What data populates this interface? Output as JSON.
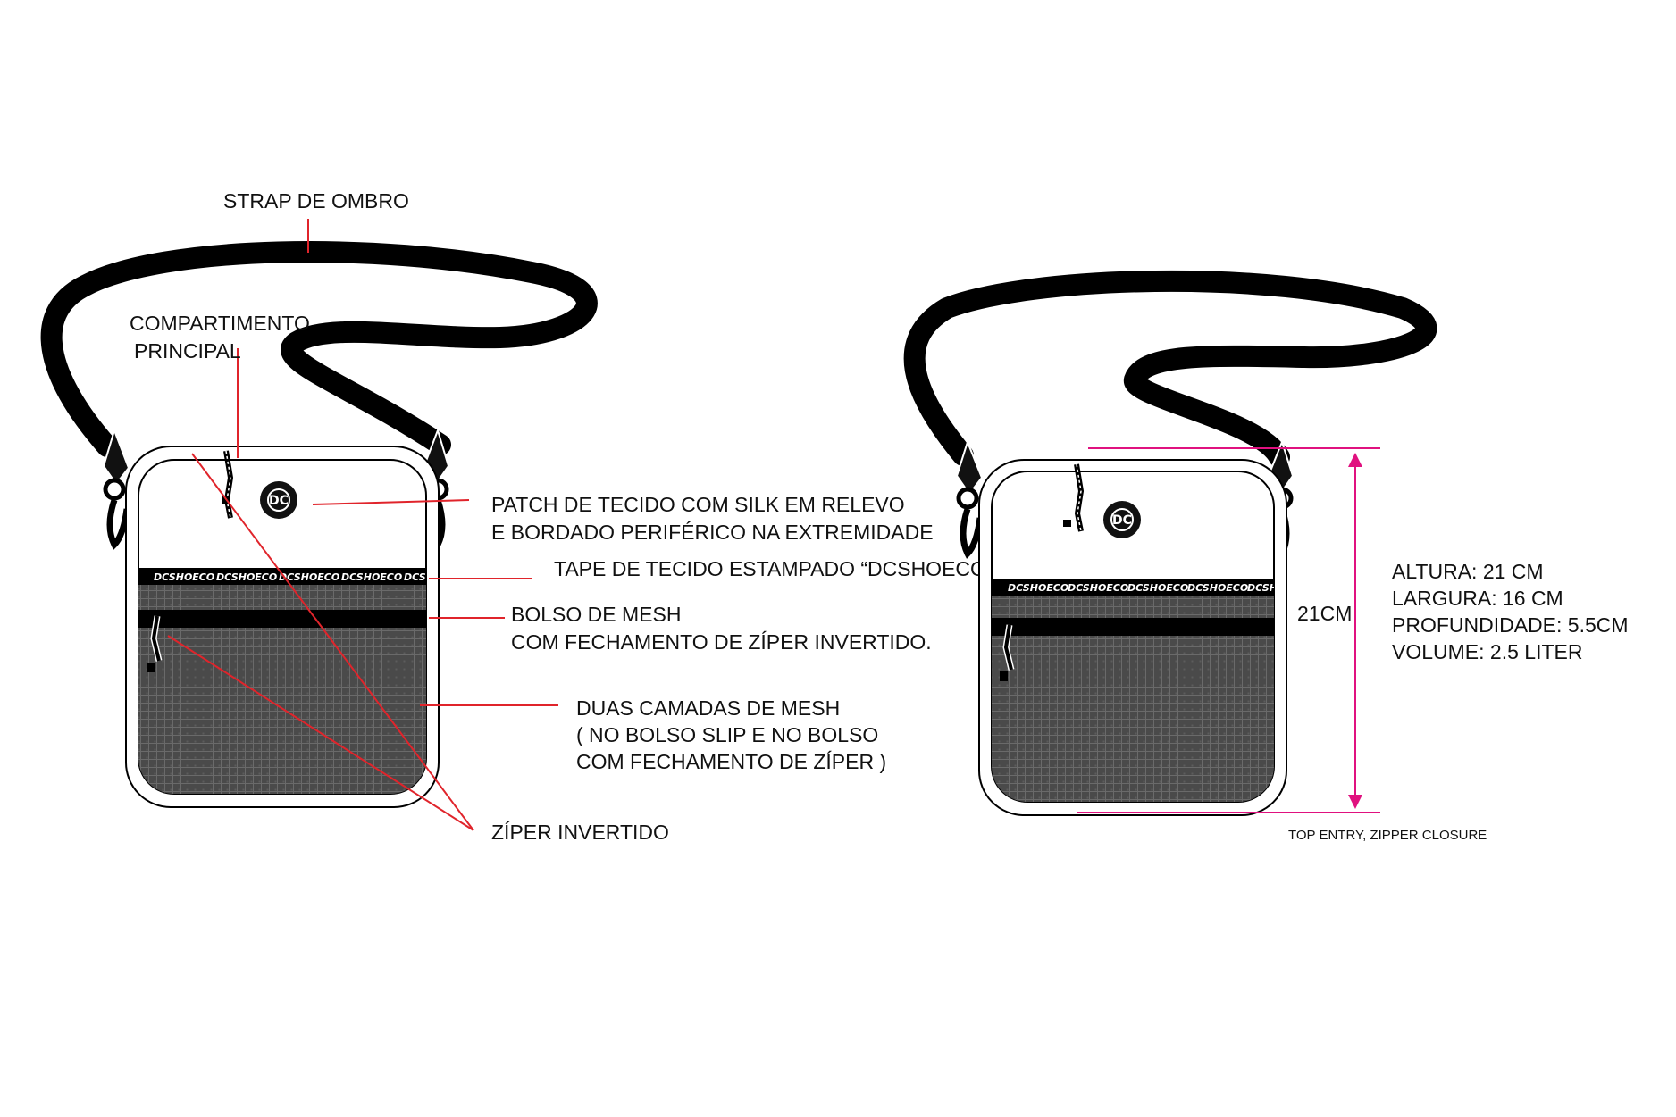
{
  "labels": {
    "strap": "STRAP DE OMBRO",
    "compartment_line1": "COMPARTIMENTO",
    "compartment_line2": "PRINCIPAL",
    "patch_line1": "PATCH DE TECIDO COM SILK EM RELEVO",
    "patch_line2": "E BORDADO PERIFÉRICO NA EXTREMIDADE",
    "tape": "TAPE DE TECIDO ESTAMPADO “DCSHOECO”",
    "pocket_line1": "BOLSO DE MESH",
    "pocket_line2": "COM FECHAMENTO DE ZÍPER INVERTIDO.",
    "mesh_line1": "DUAS CAMADAS DE MESH",
    "mesh_line2": "( NO BOLSO SLIP E NO BOLSO",
    "mesh_line3": "COM FECHAMENTO DE ZÍPER )",
    "zipper": "ZÍPER INVERTIDO"
  },
  "dimensions": {
    "height_marker": "21CM",
    "altura": "ALTURA: 21 CM",
    "largura": "LARGURA: 16 CM",
    "profundidade": "PROFUNDIDADE: 5.5CM",
    "volume": "VOLUME: 2.5 LITER",
    "closure": "TOP ENTRY, ZIPPER CLOSURE"
  },
  "tape_text": "DCSHOECO",
  "logo_text": "DC",
  "colors": {
    "callout": "#e0242b",
    "dimension": "#e0117f",
    "mesh": "#4a4a4a",
    "strap": "#000000"
  }
}
